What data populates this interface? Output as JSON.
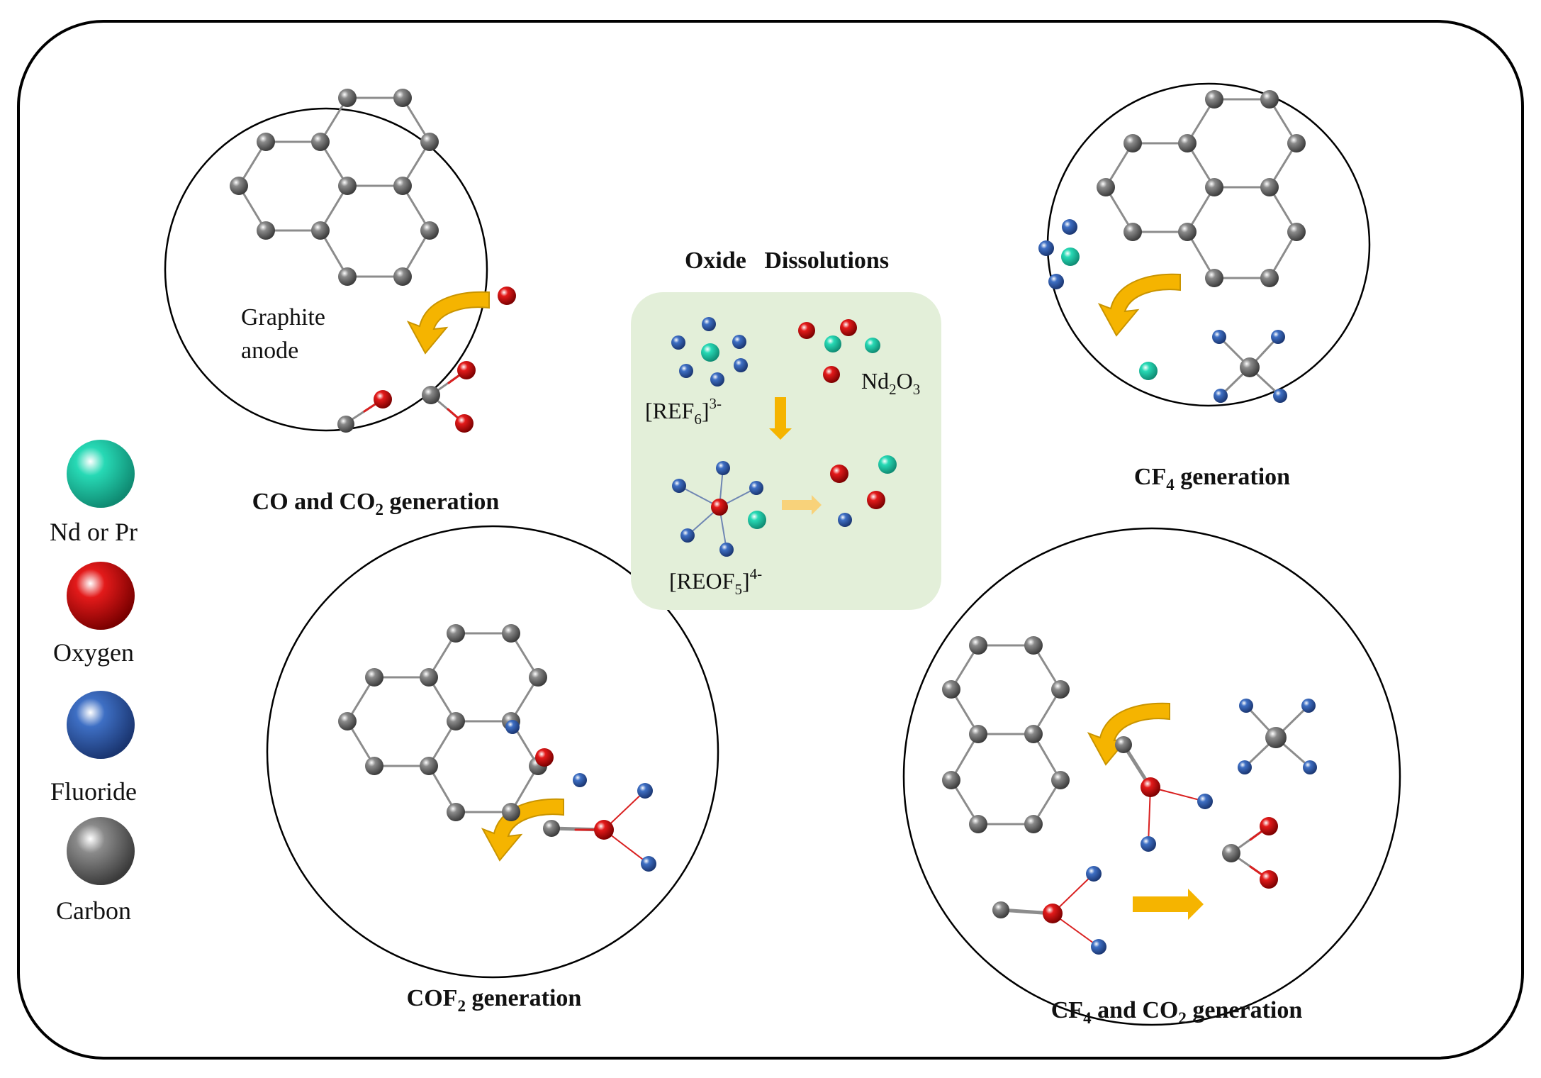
{
  "legend": {
    "items": [
      {
        "label": "Nd or Pr",
        "color": "#27d9b5",
        "shade": "#0f8a72",
        "icon": "nd-pr-sphere-icon"
      },
      {
        "label": "Oxygen",
        "color": "#e31a1a",
        "shade": "#7a0000",
        "icon": "oxygen-sphere-icon"
      },
      {
        "label": "Fluoride",
        "color": "#3e6fc4",
        "shade": "#1a3570",
        "icon": "fluoride-sphere-icon"
      },
      {
        "label": "Carbon",
        "color": "#8a8a8a",
        "shade": "#3a3a3a",
        "icon": "carbon-sphere-icon"
      }
    ]
  },
  "center": {
    "title": "Oxide   Dissolutions",
    "ref6": {
      "main": "[REF",
      "sub": "6",
      "tail": "]",
      "sup": "3-"
    },
    "nd2o3": {
      "a": "Nd",
      "sub1": "2",
      "b": "O",
      "sub2": "3"
    },
    "reof5": {
      "main": "[REOF",
      "sub": "5",
      "tail": "]",
      "sup": "4-"
    },
    "bg_color": "#e3efd9"
  },
  "panels": {
    "top_left": {
      "title_a": "CO and CO",
      "title_sub": "2",
      "title_b": " generation",
      "note_line1": "Graphite",
      "note_line2": "anode"
    },
    "top_right": {
      "title_a": "CF",
      "title_sub": "4",
      "title_b": " generation"
    },
    "bottom_left": {
      "title_a": "COF",
      "title_sub": "2",
      "title_b": " generation"
    },
    "bottom_right": {
      "title_a": "CF",
      "title_sub1": "4",
      "title_mid": " and CO",
      "title_sub2": "2",
      "title_b": " generation"
    }
  },
  "colors": {
    "arrow_curved": "#f5b400",
    "arrow_curved_dark": "#c99400",
    "arrow_straight": "#f5b400",
    "arrow_faded": "#f8d27a",
    "bond_grey": "#8c8c8c",
    "bond_red": "#d92020"
  }
}
